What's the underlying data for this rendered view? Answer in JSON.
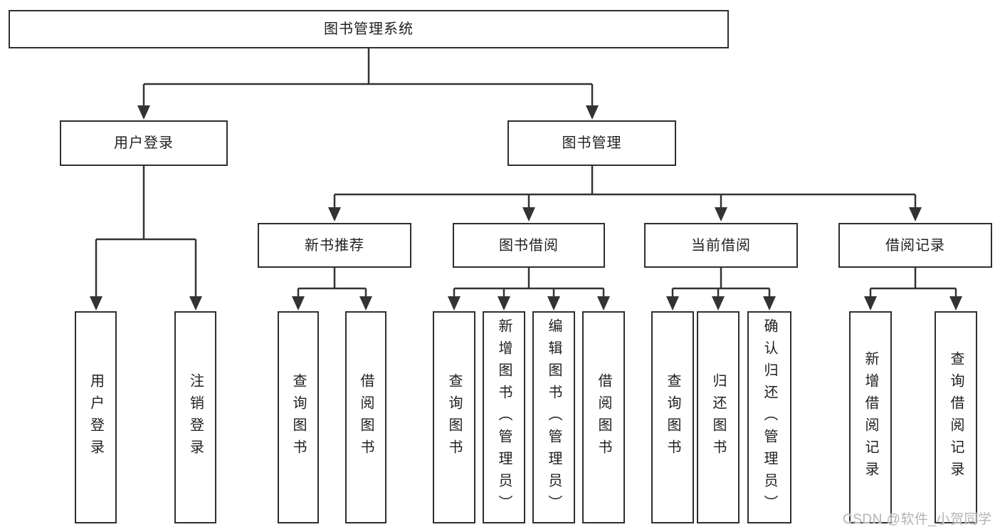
{
  "diagram": {
    "type": "hierarchy-chart",
    "colors": {
      "line": "#333333",
      "box_border": "#2f2f2f",
      "box_fill": "#ffffff",
      "text": "#1f1f1f",
      "watermark": "#b3b3b3",
      "background": "#ffffff"
    },
    "tree": {
      "label": "图书管理系统",
      "children": [
        {
          "label": "用户登录",
          "children": [
            {
              "label": "用户登录"
            },
            {
              "label": "注销登录"
            }
          ]
        },
        {
          "label": "图书管理",
          "children": [
            {
              "label": "新书推荐",
              "children": [
                {
                  "label": "查询图书"
                },
                {
                  "label": "借阅图书"
                }
              ]
            },
            {
              "label": "图书借阅",
              "children": [
                {
                  "label": "查询图书"
                },
                {
                  "label": "新增图书（管理员）"
                },
                {
                  "label": "编辑图书（管理员）"
                },
                {
                  "label": "借阅图书"
                }
              ]
            },
            {
              "label": "当前借阅",
              "children": [
                {
                  "label": "查询图书"
                },
                {
                  "label": "归还图书"
                },
                {
                  "label": "确认归还（管理员）"
                }
              ]
            },
            {
              "label": "借阅记录",
              "children": [
                {
                  "label": "新增借阅记录"
                },
                {
                  "label": "查询借阅记录"
                }
              ]
            }
          ]
        }
      ]
    },
    "watermark": {
      "text": "CSDN @软件_小贺同学"
    }
  }
}
